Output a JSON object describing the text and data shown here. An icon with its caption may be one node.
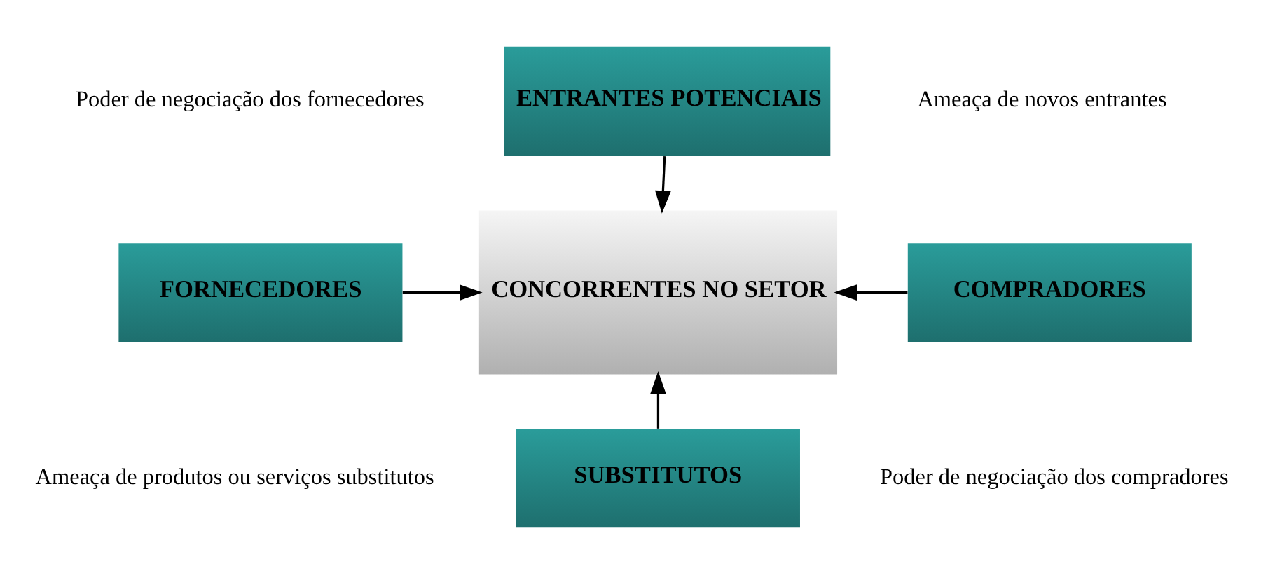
{
  "diagram": {
    "nodes": [
      {
        "text": [
          "ENTRANTES POTENCIAIS"
        ]
      },
      {
        "text": [
          "FORNECEDORES"
        ]
      },
      {
        "text": [
          "CONCORRENTES NO SETOR"
        ]
      },
      {
        "text": [
          "COMPRADORES"
        ]
      },
      {
        "text": [
          "SUBSTITUTOS"
        ]
      }
    ],
    "edges": [
      {
        "from": 0,
        "to": 2,
        "arrow": "to"
      },
      {
        "from": 1,
        "to": 2,
        "arrow": "to"
      },
      {
        "from": 3,
        "to": 2,
        "arrow": "to"
      },
      {
        "from": 4,
        "to": 2,
        "arrow": "to"
      }
    ],
    "labels": [
      "Poder de negociação dos fornecedores",
      "Ameaça de novos entrantes",
      "Ameaça de produtos ou serviços substitutos",
      "Poder de negociação dos compradores"
    ]
  }
}
